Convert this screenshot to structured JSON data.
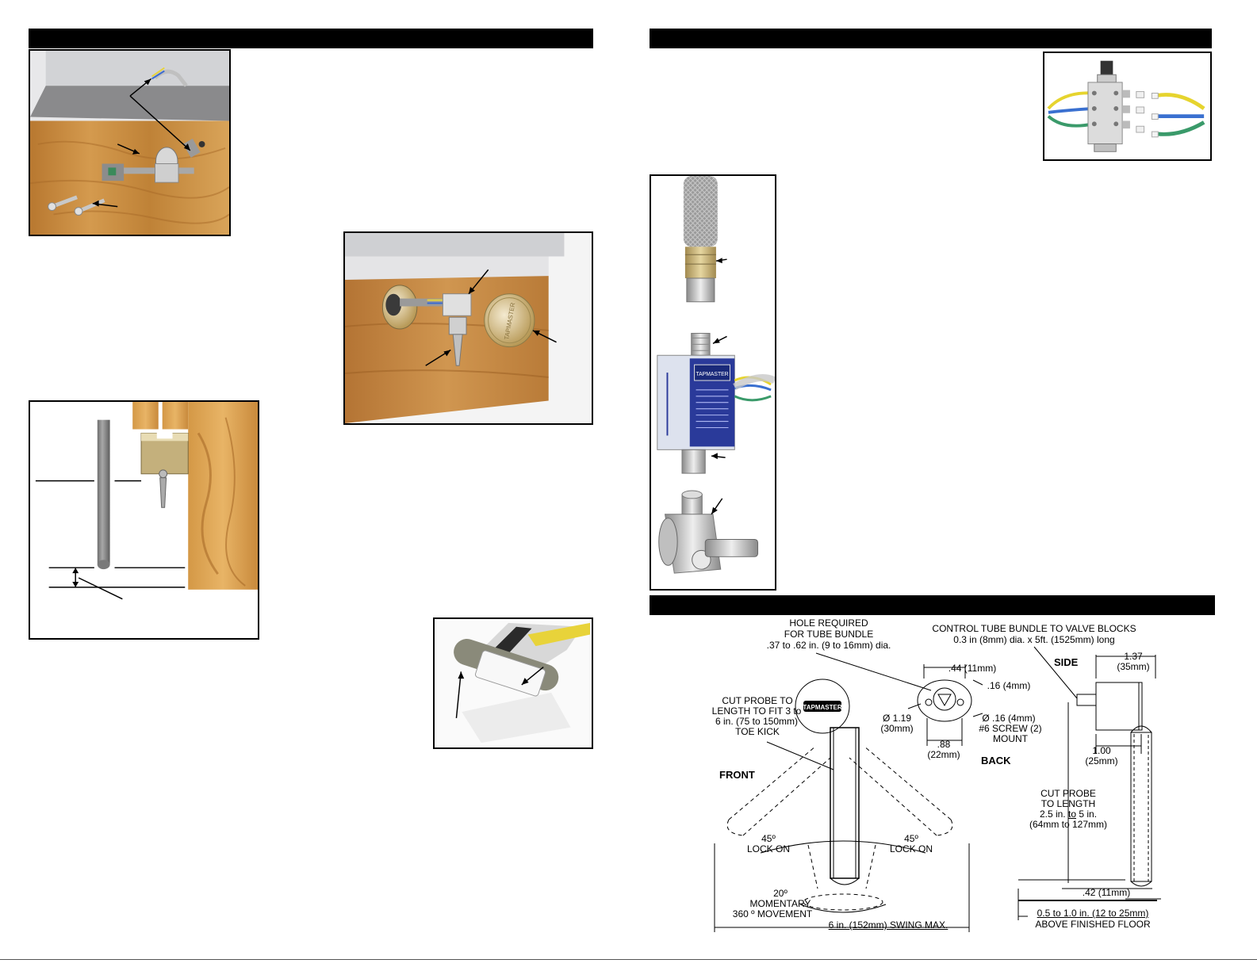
{
  "colors": {
    "header_bar": "#000000",
    "wood": "#c98a3c",
    "brass": "#c8b06a",
    "chrome": "#c8c8c8"
  },
  "logo": {
    "brand": "TAPMASTER"
  },
  "diagram": {
    "hole": [
      "HOLE REQUIRED",
      "FOR  TUBE BUNDLE",
      ".37 to .62 in. (9 to 16mm) dia."
    ],
    "control": [
      "CONTROL TUBE BUNDLE TO VALVE BLOCKS",
      "0.3 in (8mm) dia. x 5ft. (1525mm) long"
    ],
    "side": "SIDE",
    "back": "BACK",
    "front": "FRONT",
    "cut_probe": [
      "CUT PROBE TO",
      "LENGTH TO FIT 3 to",
      "6 in. (75 to 150mm)",
      "TOE KICK"
    ],
    "dim_044": ".44 (11mm)",
    "dim_016a": ".16 (4mm)",
    "dim_016b": "Ø  .16 (4mm)",
    "screw": [
      "#6 SCREW (2)",
      "MOUNT"
    ],
    "dia_119": [
      "Ø  1.19",
      "(30mm)"
    ],
    "dim_088": [
      ".88",
      "(22mm)"
    ],
    "dim_137": [
      "1.37",
      "(35mm)"
    ],
    "dim_100": [
      "1.00",
      "(25mm)"
    ],
    "cut_probe2": [
      "CUT PROBE",
      "TO LENGTH",
      "2.5 in.",
      "to",
      "5 in.",
      "(64mm to 127mm)"
    ],
    "lock_left": [
      "45º",
      "LOCK ON"
    ],
    "lock_right": [
      "45º",
      "LOCK ON"
    ],
    "momentary": [
      "20º",
      "MOMENTARY",
      "360 º  MOVEMENT"
    ],
    "swing": "6 in. (152mm) SWING MAX.",
    "dim_042": ".42 (11mm)",
    "floor": [
      "0.5 to 1.0 in. (12 to 25mm)",
      "ABOVE FINISHED FLOOR"
    ]
  }
}
